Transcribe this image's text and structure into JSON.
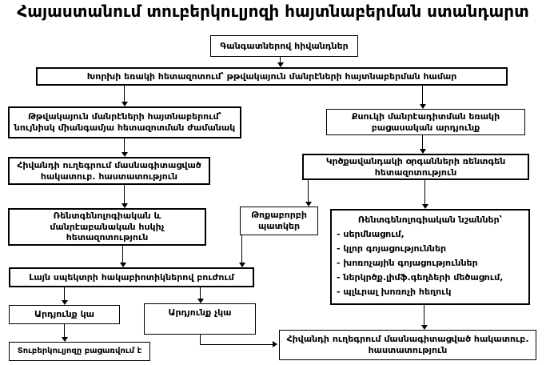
{
  "title": "Հայաստանում տուբերկուլյոզի հայտնաբերման ստանդարտ",
  "colors": {
    "text": "#000000",
    "border": "#000000",
    "background": "#ffffff",
    "line": "#000000"
  },
  "nodes": {
    "complaints": {
      "text": "Գանգատներով հիվանդներ"
    },
    "sputum_exam": {
      "text": "Խորխի եռակի հետազոտում՝ թթվակայուն մանրէների հայտնաբերման համար"
    },
    "afb_found": {
      "line1": "Թթվակայուն մանրէների հայտնաբերում՝",
      "line2": "նույնիսկ միանգամյա հետազոտման ժամանակ"
    },
    "referral_left": {
      "line1": "Հիվանդի ուղեգրում մասնագիտացված",
      "line2": "հակատուբ. հաստատություն"
    },
    "control_exam": {
      "line1": "Ռենտգենոլոգիական և",
      "line2": "մանրէաբանական հսկիչ",
      "line3": "հետազոտություն"
    },
    "antibiotics": {
      "text": "Լայն սպեկտրի հակաբիոտիկներով բուժում"
    },
    "result_yes": {
      "text": "Արդյունք կա"
    },
    "result_no": {
      "text": "Արդյունք չկա"
    },
    "tb_excluded": {
      "text": "Տուբերկուլյոզը բացառվում է"
    },
    "smear_negative": {
      "line1": "Քսուկի մանրէադիտման եռակի",
      "line2": "բացասական արդյունք"
    },
    "chest_xray": {
      "line1": "Կրծքավանդակի օրգանների ռենտգեն",
      "line2": "հետազոտություն"
    },
    "pneumonia": {
      "line1": "Թոքաբորբի",
      "line2": "պատկեր"
    },
    "xray_signs": {
      "header": "Ռենտգենոլոգիական նշաններ՝",
      "items": [
        "- սերմնացում,",
        "- կլոր գոյացություններ",
        "- խոռոչային գոյացություններ",
        "- ներկրծք.լիմֆ.գեղձերի մեծացում,",
        "- պլևրալ խոռոչի հեղուկ"
      ]
    },
    "referral_right": {
      "line1": "Հիվանդի ուղեգրում մասնագիտացված հակատուբ.",
      "line2": "հաստատություն"
    }
  }
}
